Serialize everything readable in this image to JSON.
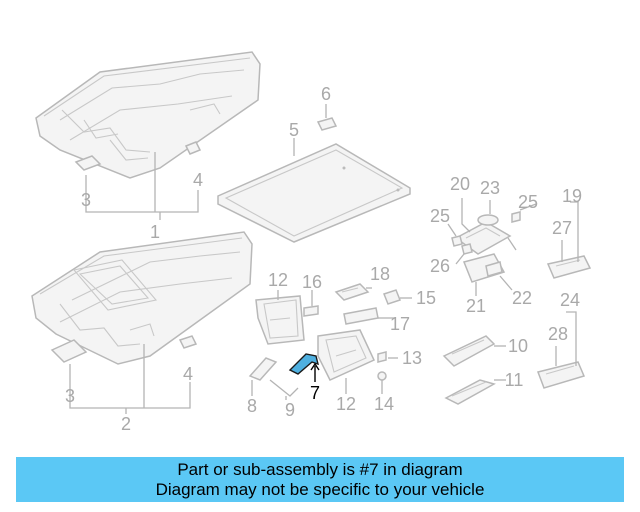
{
  "callouts": {
    "n1": "1",
    "n2": "2",
    "n3a": "3",
    "n3b": "3",
    "n4a": "4",
    "n4b": "4",
    "n5": "5",
    "n6": "6",
    "n7": "7",
    "n8": "8",
    "n9": "9",
    "n10": "10",
    "n11": "11",
    "n12a": "12",
    "n12b": "12",
    "n13": "13",
    "n14": "14",
    "n15": "15",
    "n16": "16",
    "n17": "17",
    "n18": "18",
    "n19": "19",
    "n20": "20",
    "n21": "21",
    "n22": "22",
    "n23": "23",
    "n24": "24",
    "n25a": "25",
    "n25b": "25",
    "n26": "26",
    "n27": "27",
    "n28": "28"
  },
  "highlight": {
    "part_number": "7",
    "color": "#4fb0e0"
  },
  "banner": {
    "line1": "Part or sub-assembly is #7 in diagram",
    "line2": "Diagram may not be specific to your vehicle",
    "color": "#5bc8f5"
  }
}
